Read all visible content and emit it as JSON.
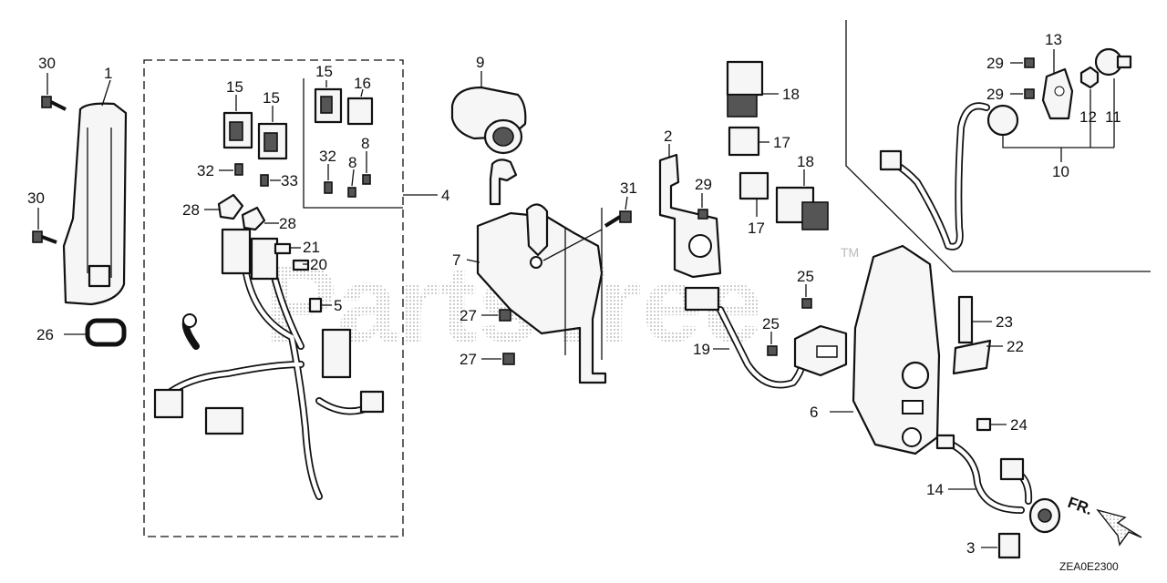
{
  "diagram": {
    "labels": {
      "l30a": "30",
      "l1": "1",
      "l30b": "30",
      "l26": "26",
      "l15a": "15",
      "l15b": "15",
      "l15c": "15",
      "l16": "16",
      "l32a": "32",
      "l33": "33",
      "l32b": "32",
      "l8a": "8",
      "l8b": "8",
      "l28a": "28",
      "l28b": "28",
      "l21": "21",
      "l20": "20",
      "l5": "5",
      "l4": "4",
      "l9": "9",
      "l7": "7",
      "l31": "31",
      "l27a": "27",
      "l27b": "27",
      "l18a": "18",
      "l17a": "17",
      "l17b": "17",
      "l18b": "18",
      "l2": "2",
      "l29a": "29",
      "l25a": "25",
      "l25b": "25",
      "l19": "19",
      "l13": "13",
      "l29b": "29",
      "l29c": "29",
      "l12": "12",
      "l11": "11",
      "l10": "10",
      "l23": "23",
      "l22": "22",
      "l6": "6",
      "l24": "24",
      "l14": "14",
      "l3": "3"
    },
    "watermark": "PartsTree",
    "trademark": "TM",
    "direction_label": "FR.",
    "diagram_code": "ZEA0E2300"
  }
}
